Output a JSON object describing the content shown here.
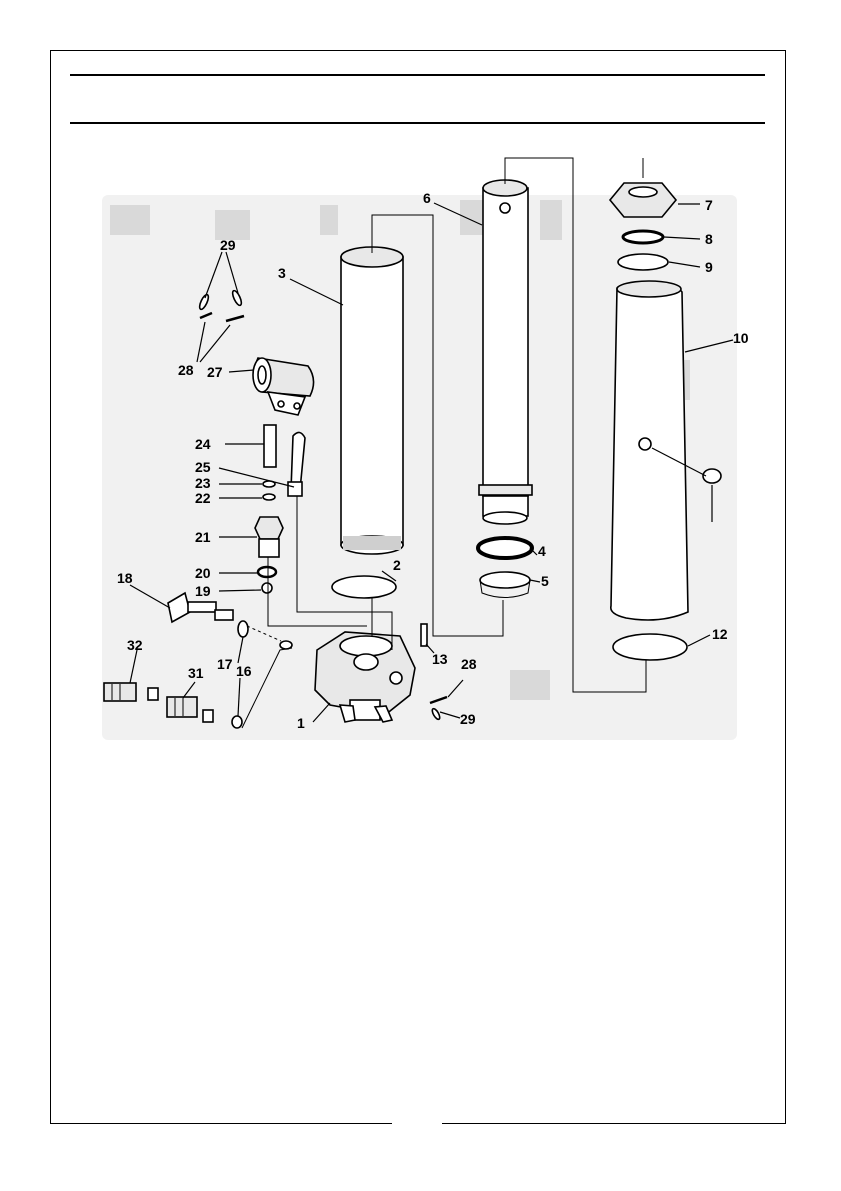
{
  "callouts": [
    {
      "id": "c1",
      "text": "1"
    },
    {
      "id": "c2",
      "text": "2"
    },
    {
      "id": "c3",
      "text": "3"
    },
    {
      "id": "c4",
      "text": "4"
    },
    {
      "id": "c5",
      "text": "5"
    },
    {
      "id": "c6",
      "text": "6"
    },
    {
      "id": "c7",
      "text": "7"
    },
    {
      "id": "c8",
      "text": "8"
    },
    {
      "id": "c9",
      "text": "9"
    },
    {
      "id": "c10",
      "text": "10"
    },
    {
      "id": "c12",
      "text": "12"
    },
    {
      "id": "c13",
      "text": "13"
    },
    {
      "id": "c16",
      "text": "16"
    },
    {
      "id": "c17",
      "text": "17"
    },
    {
      "id": "c18",
      "text": "18"
    },
    {
      "id": "c19",
      "text": "19"
    },
    {
      "id": "c20",
      "text": "20"
    },
    {
      "id": "c21",
      "text": "21"
    },
    {
      "id": "c22",
      "text": "22"
    },
    {
      "id": "c23",
      "text": "23"
    },
    {
      "id": "c24",
      "text": "24"
    },
    {
      "id": "c25",
      "text": "25"
    },
    {
      "id": "c27",
      "text": "27"
    },
    {
      "id": "c28a",
      "text": "28"
    },
    {
      "id": "c28b",
      "text": "28"
    },
    {
      "id": "c29a",
      "text": "29"
    },
    {
      "id": "c29b",
      "text": "29"
    },
    {
      "id": "c31",
      "text": "31"
    },
    {
      "id": "c32",
      "text": "32"
    }
  ]
}
